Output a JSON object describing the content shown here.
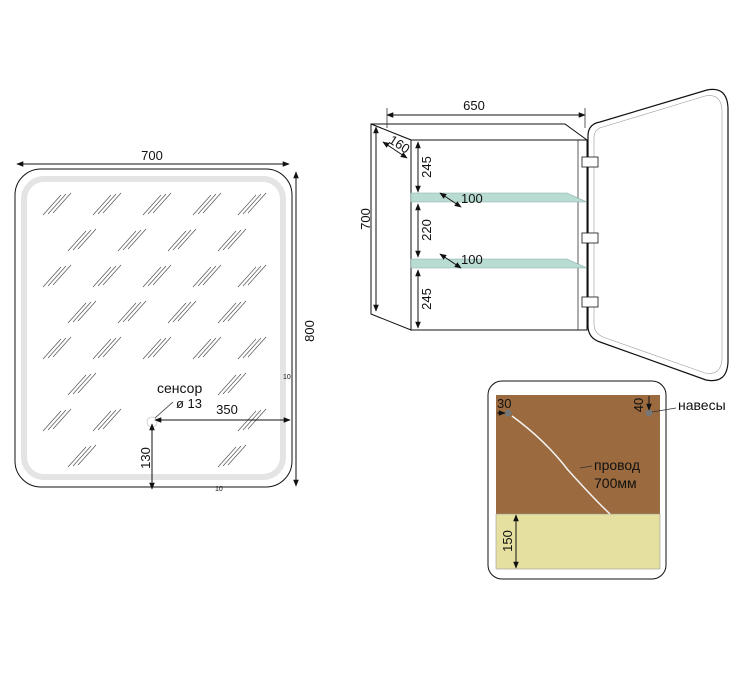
{
  "mirror_front": {
    "width_label": "700",
    "height_label": "800",
    "sensor_label": "сенсор",
    "sensor_dia_label": "ø 13",
    "sensor_x_label": "350",
    "sensor_y_label": "130",
    "edge_label_right": "10",
    "edge_label_bottom": "10"
  },
  "cabinet": {
    "width_label": "650",
    "depth_label": "160",
    "height_label": "700",
    "shelf_gap_top": "245",
    "shelf_gap_mid": "220",
    "shelf_gap_bottom": "245",
    "shelf1_depth": "100",
    "shelf2_depth": "100"
  },
  "back_view": {
    "left_offset_label": "30",
    "right_offset_label": "40",
    "hinges_label": "навесы",
    "wire_label_1": "провод",
    "wire_label_2": "700мм",
    "bottom_zone_label": "150"
  },
  "colors": {
    "back_panel": "#9b6a3e",
    "bottom_zone": "#e6e0a0",
    "shelf": "#b9dcd2"
  }
}
